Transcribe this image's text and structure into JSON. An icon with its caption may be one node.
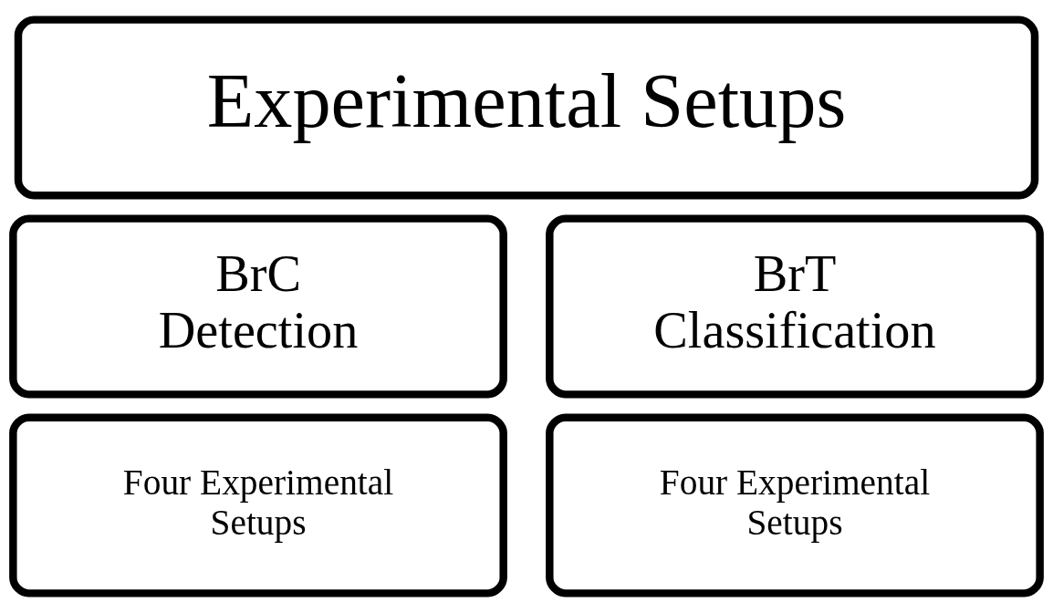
{
  "diagram": {
    "nodes": [
      {
        "text": [
          "Experimental Setups"
        ]
      },
      {
        "text": [
          "BrC Detection"
        ]
      },
      {
        "text": [
          "BrT Classification"
        ]
      },
      {
        "text": [
          "Four Experimental Setups"
        ]
      },
      {
        "text": [
          "Four Experimental Setups"
        ]
      }
    ]
  }
}
